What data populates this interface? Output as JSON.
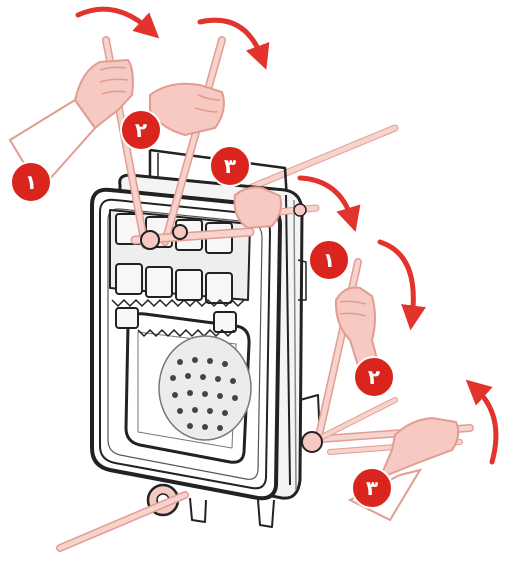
{
  "diagram": {
    "palette": {
      "rod": "#f6c9c2",
      "rod_edge": "#e39c92",
      "arrow": "#e2332c",
      "badge": "#d9251d",
      "outline": "#222222",
      "grey": "#9a9a9a"
    },
    "step_badges": [
      {
        "id": "left-1",
        "label": "۱"
      },
      {
        "id": "left-2",
        "label": "۲"
      },
      {
        "id": "left-3",
        "label": "۳"
      },
      {
        "id": "right-1",
        "label": "۱"
      },
      {
        "id": "right-2",
        "label": "۲"
      },
      {
        "id": "right-3",
        "label": "۳"
      }
    ]
  }
}
